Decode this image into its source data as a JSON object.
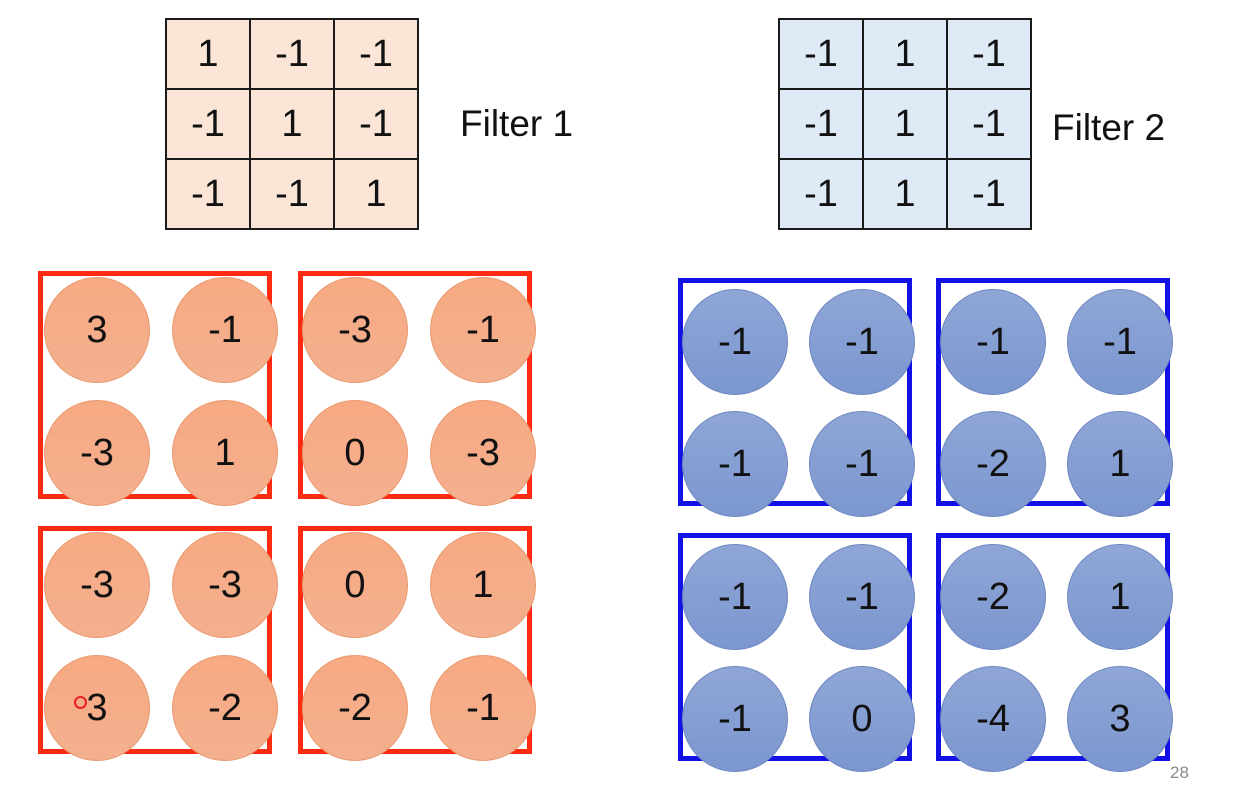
{
  "filter1": {
    "label": "Filter 1",
    "values": [
      [
        "1",
        "-1",
        "-1"
      ],
      [
        "-1",
        "1",
        "-1"
      ],
      [
        "-1",
        "-1",
        "1"
      ]
    ]
  },
  "filter2": {
    "label": "Filter 2",
    "values": [
      [
        "-1",
        "1",
        "-1"
      ],
      [
        "-1",
        "1",
        "-1"
      ],
      [
        "-1",
        "1",
        "-1"
      ]
    ]
  },
  "feature_map1": {
    "color": "#ff2a12",
    "neuron_color": "#f6ab86",
    "groups": [
      {
        "values": [
          "3",
          "-1",
          "-3",
          "1"
        ]
      },
      {
        "values": [
          "-3",
          "-1",
          "0",
          "-3"
        ]
      },
      {
        "values": [
          "-3",
          "-3",
          "3",
          "-2"
        ]
      },
      {
        "values": [
          "0",
          "1",
          "-2",
          "-1"
        ]
      }
    ]
  },
  "feature_map2": {
    "color": "#1212e6",
    "neuron_color": "#8aa2d4",
    "groups": [
      {
        "values": [
          "-1",
          "-1",
          "-1",
          "-1"
        ]
      },
      {
        "values": [
          "-1",
          "-1",
          "-2",
          "1"
        ]
      },
      {
        "values": [
          "-1",
          "-1",
          "-1",
          "0"
        ]
      },
      {
        "values": [
          "-2",
          "1",
          "-4",
          "3"
        ]
      }
    ]
  },
  "page_number": "28"
}
